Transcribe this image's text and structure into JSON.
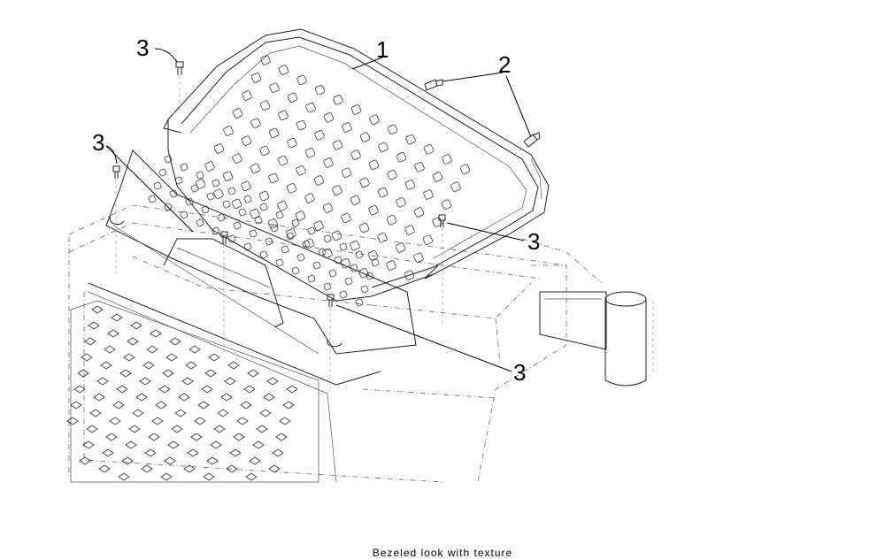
{
  "callouts": {
    "c1": "1",
    "c2": "2",
    "c3a": "3",
    "c3b": "3",
    "c3c": "3",
    "c3d": "3"
  },
  "footer": "Bezeled look with texture"
}
